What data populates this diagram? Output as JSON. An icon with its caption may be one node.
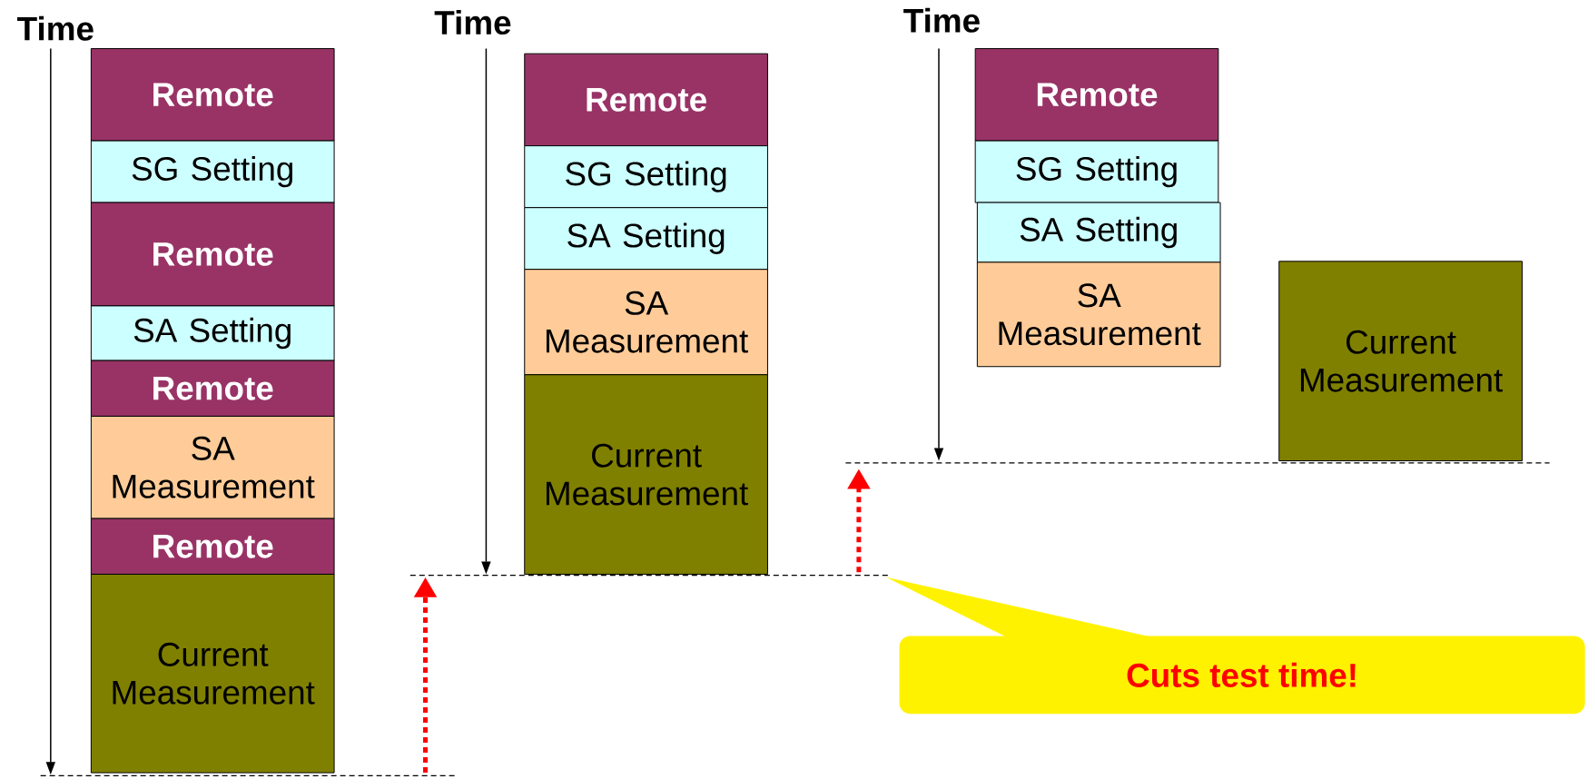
{
  "diagram": {
    "nodes": [
      {
        "text": [
          "Remote"
        ]
      },
      {
        "text": [
          "SG Setting"
        ]
      },
      {
        "text": [
          "Remote"
        ]
      },
      {
        "text": [
          "SA Setting"
        ]
      },
      {
        "text": [
          "Remote"
        ]
      },
      {
        "text": [
          "SA Measurement"
        ]
      },
      {
        "text": [
          "Remote"
        ]
      },
      {
        "text": [
          "Current Measurement"
        ]
      },
      {
        "text": [
          "Remote"
        ]
      },
      {
        "text": [
          "SG Setting"
        ]
      },
      {
        "text": [
          "SA Setting"
        ]
      },
      {
        "text": [
          "SA Measurement"
        ]
      },
      {
        "text": [
          "Current Measurement"
        ]
      },
      {
        "text": [
          "Remote"
        ]
      },
      {
        "text": [
          "SG Setting"
        ]
      },
      {
        "text": [
          "SA Setting"
        ]
      },
      {
        "text": [
          "SA Measurement"
        ]
      },
      {
        "text": [
          "Current Measurement"
        ]
      },
      {
        "text": [
          "Cuts test time!"
        ]
      }
    ],
    "labels": [
      "Time",
      "Time",
      "Time"
    ]
  }
}
